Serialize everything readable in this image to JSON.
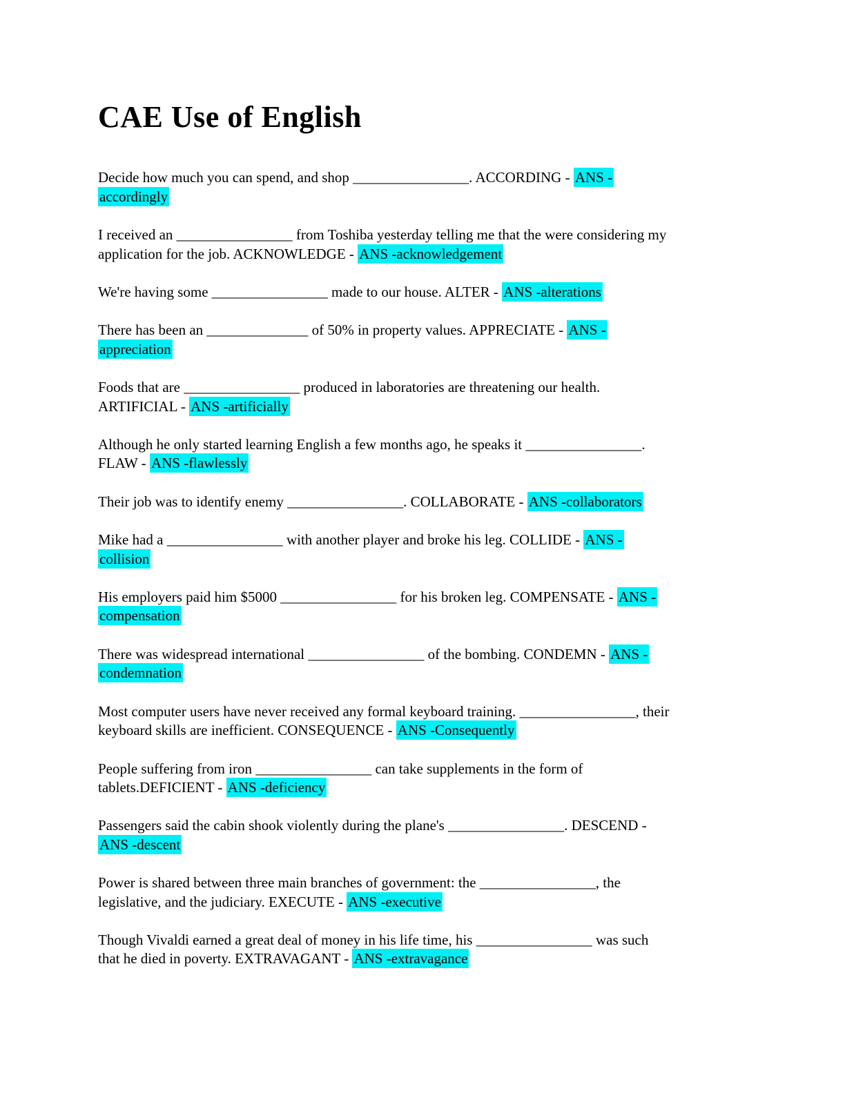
{
  "document": {
    "title": "CAE Use of English",
    "background_color": "#FFFFFF",
    "text_color": "#000000",
    "highlight_color": "#00EFF5",
    "answer_prefix": "ANS"
  },
  "exercises": [
    {
      "keyword": "ACCORDING",
      "answer": "accordingly",
      "lines": [
        [
          {
            "text": "Decide how much you can spend, and shop ________________. ACCORDING - ",
            "highlight": false
          },
          {
            "text": "ANS -",
            "highlight": true
          }
        ],
        [
          {
            "text": "accordingly",
            "highlight": true
          }
        ]
      ]
    },
    {
      "keyword": "ACKNOWLEDGE",
      "answer": "acknowledgement",
      "lines": [
        [
          {
            "text": "I received an ________________ from Toshiba yesterday telling me that the were considering my",
            "highlight": false
          }
        ],
        [
          {
            "text": "application for the job. ACKNOWLEDGE - ",
            "highlight": false
          },
          {
            "text": "ANS -acknowledgement",
            "highlight": true
          }
        ]
      ]
    },
    {
      "keyword": "ALTER",
      "answer": "alterations",
      "lines": [
        [
          {
            "text": "We're having some ________________ made to our house. ALTER - ",
            "highlight": false
          },
          {
            "text": "ANS -alterations",
            "highlight": true
          }
        ]
      ]
    },
    {
      "keyword": "APPRECIATE",
      "answer": "appreciation",
      "lines": [
        [
          {
            "text": "There has been an ______________ of 50% in property values. APPRECIATE - ",
            "highlight": false
          },
          {
            "text": "ANS -",
            "highlight": true
          }
        ],
        [
          {
            "text": "appreciation",
            "highlight": true
          }
        ]
      ]
    },
    {
      "keyword": "ARTIFICIAL",
      "answer": "artificially",
      "lines": [
        [
          {
            "text": "Foods that are ________________ produced in laboratories are threatening our health.",
            "highlight": false
          }
        ],
        [
          {
            "text": "ARTIFICIAL - ",
            "highlight": false
          },
          {
            "text": "ANS -artificially",
            "highlight": true
          }
        ]
      ]
    },
    {
      "keyword": "FLAW",
      "answer": "flawlessly",
      "lines": [
        [
          {
            "text": "Although he only started learning English a few months ago, he speaks it ________________.",
            "highlight": false
          }
        ],
        [
          {
            "text": "FLAW - ",
            "highlight": false
          },
          {
            "text": "ANS -flawlessly",
            "highlight": true
          }
        ]
      ]
    },
    {
      "keyword": "COLLABORATE",
      "answer": "collaborators",
      "lines": [
        [
          {
            "text": "Their job was to identify enemy ________________. COLLABORATE - ",
            "highlight": false
          },
          {
            "text": "ANS -collaborators",
            "highlight": true
          }
        ]
      ]
    },
    {
      "keyword": "COLLIDE",
      "answer": "collision",
      "lines": [
        [
          {
            "text": "Mike had a ________________ with another player and broke his leg. COLLIDE - ",
            "highlight": false
          },
          {
            "text": "ANS -",
            "highlight": true
          }
        ],
        [
          {
            "text": "collision",
            "highlight": true
          }
        ]
      ]
    },
    {
      "keyword": "COMPENSATE",
      "answer": "compensation",
      "lines": [
        [
          {
            "text": "His employers paid him $5000 ________________ for his broken leg. COMPENSATE - ",
            "highlight": false
          },
          {
            "text": "ANS -",
            "highlight": true
          }
        ],
        [
          {
            "text": "compensation",
            "highlight": true
          }
        ]
      ]
    },
    {
      "keyword": "CONDEMN",
      "answer": "condemnation",
      "lines": [
        [
          {
            "text": "There was widespread international ________________ of the bombing. CONDEMN - ",
            "highlight": false
          },
          {
            "text": "ANS -",
            "highlight": true
          }
        ],
        [
          {
            "text": "condemnation",
            "highlight": true
          }
        ]
      ]
    },
    {
      "keyword": "CONSEQUENCE",
      "answer": "Consequently",
      "lines": [
        [
          {
            "text": "Most computer users have never received any formal keyboard training. ________________, their",
            "highlight": false
          }
        ],
        [
          {
            "text": "keyboard skills are inefficient. CONSEQUENCE - ",
            "highlight": false
          },
          {
            "text": "ANS -Consequently",
            "highlight": true
          }
        ]
      ]
    },
    {
      "keyword": "DEFICIENT",
      "answer": "deficiency",
      "lines": [
        [
          {
            "text": "People suffering from iron ________________ can take supplements in the form of",
            "highlight": false
          }
        ],
        [
          {
            "text": "tablets.DEFICIENT - ",
            "highlight": false
          },
          {
            "text": "ANS -deficiency",
            "highlight": true
          }
        ]
      ]
    },
    {
      "keyword": "DESCEND",
      "answer": "descent",
      "lines": [
        [
          {
            "text": "Passengers said the cabin shook violently during the plane's ________________. DESCEND -",
            "highlight": false
          }
        ],
        [
          {
            "text": "ANS -descent",
            "highlight": true
          }
        ]
      ]
    },
    {
      "keyword": "EXECUTE",
      "answer": "executive",
      "lines": [
        [
          {
            "text": "Power is shared between three main branches of government: the ________________, the",
            "highlight": false
          }
        ],
        [
          {
            "text": "legislative, and the judiciary. EXECUTE - ",
            "highlight": false
          },
          {
            "text": "ANS -executive",
            "highlight": true
          }
        ]
      ]
    },
    {
      "keyword": "EXTRAVAGANT",
      "answer": "extravagance",
      "lines": [
        [
          {
            "text": "Though Vivaldi earned a great deal of money in his life time, his ________________ was such",
            "highlight": false
          }
        ],
        [
          {
            "text": "that he died in poverty. EXTRAVAGANT - ",
            "highlight": false
          },
          {
            "text": "ANS -extravagance",
            "highlight": true
          }
        ]
      ]
    }
  ]
}
